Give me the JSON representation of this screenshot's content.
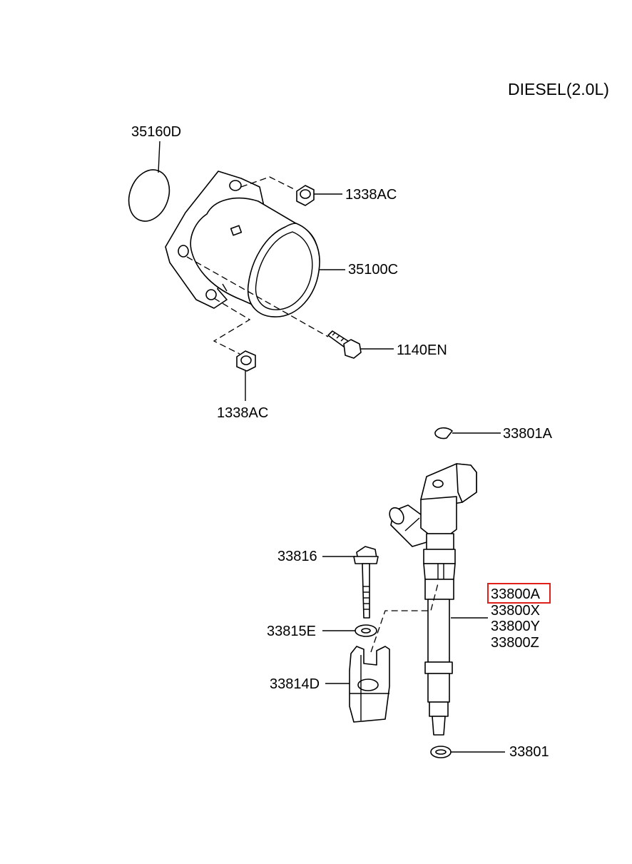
{
  "title": "DIESEL(2.0L)",
  "highlight_color": "#e0201b",
  "parts": {
    "oring": "35160D",
    "nut_top": "1338AC",
    "pump": "35100C",
    "bolt_pump": "1140EN",
    "nut_bottom": "1338AC",
    "clip": "33801A",
    "bolt": "33816",
    "washer": "33815E",
    "clamp": "33814D",
    "injector_a": "33800A",
    "injector_x": "33800X",
    "injector_y": "33800Y",
    "injector_z": "33800Z",
    "seal": "33801"
  }
}
